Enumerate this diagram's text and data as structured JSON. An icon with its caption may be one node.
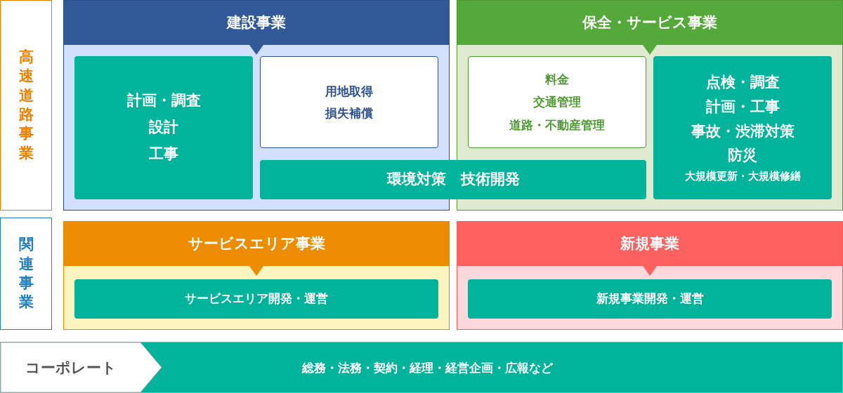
{
  "diagram": {
    "nodes": [
      {
        "text": [
          "高速道路事業"
        ]
      },
      {
        "text": [
          "建設事業"
        ]
      },
      {
        "text": [
          "計画・調査",
          "設計",
          "工事"
        ],
        "in": 1
      },
      {
        "text": [
          "用地取得",
          "損失補償"
        ],
        "in": 1
      },
      {
        "text": [
          "保全・サービス事業"
        ]
      },
      {
        "text": [
          "料金",
          "交通管理",
          "道路・不動産管理"
        ],
        "in": 4
      },
      {
        "text": [
          "点検・調査",
          "計画・工事",
          "事故・渋滞対策",
          "防災",
          "大規模更新・大規模修繕"
        ],
        "in": 4
      },
      {
        "text": [
          "環境対策　技術開発"
        ]
      },
      {
        "text": [
          "関連事業"
        ]
      },
      {
        "text": [
          "サービスエリア事業"
        ]
      },
      {
        "text": [
          "サービスエリア開発・運営"
        ],
        "in": 9
      },
      {
        "text": [
          "新規事業"
        ]
      },
      {
        "text": [
          "新規事業開発・運営"
        ],
        "in": 11
      },
      {
        "text": [
          "コーポレート",
          "総務・法務・契約・経理・経営企画・広報など"
        ]
      }
    ],
    "edges": []
  }
}
